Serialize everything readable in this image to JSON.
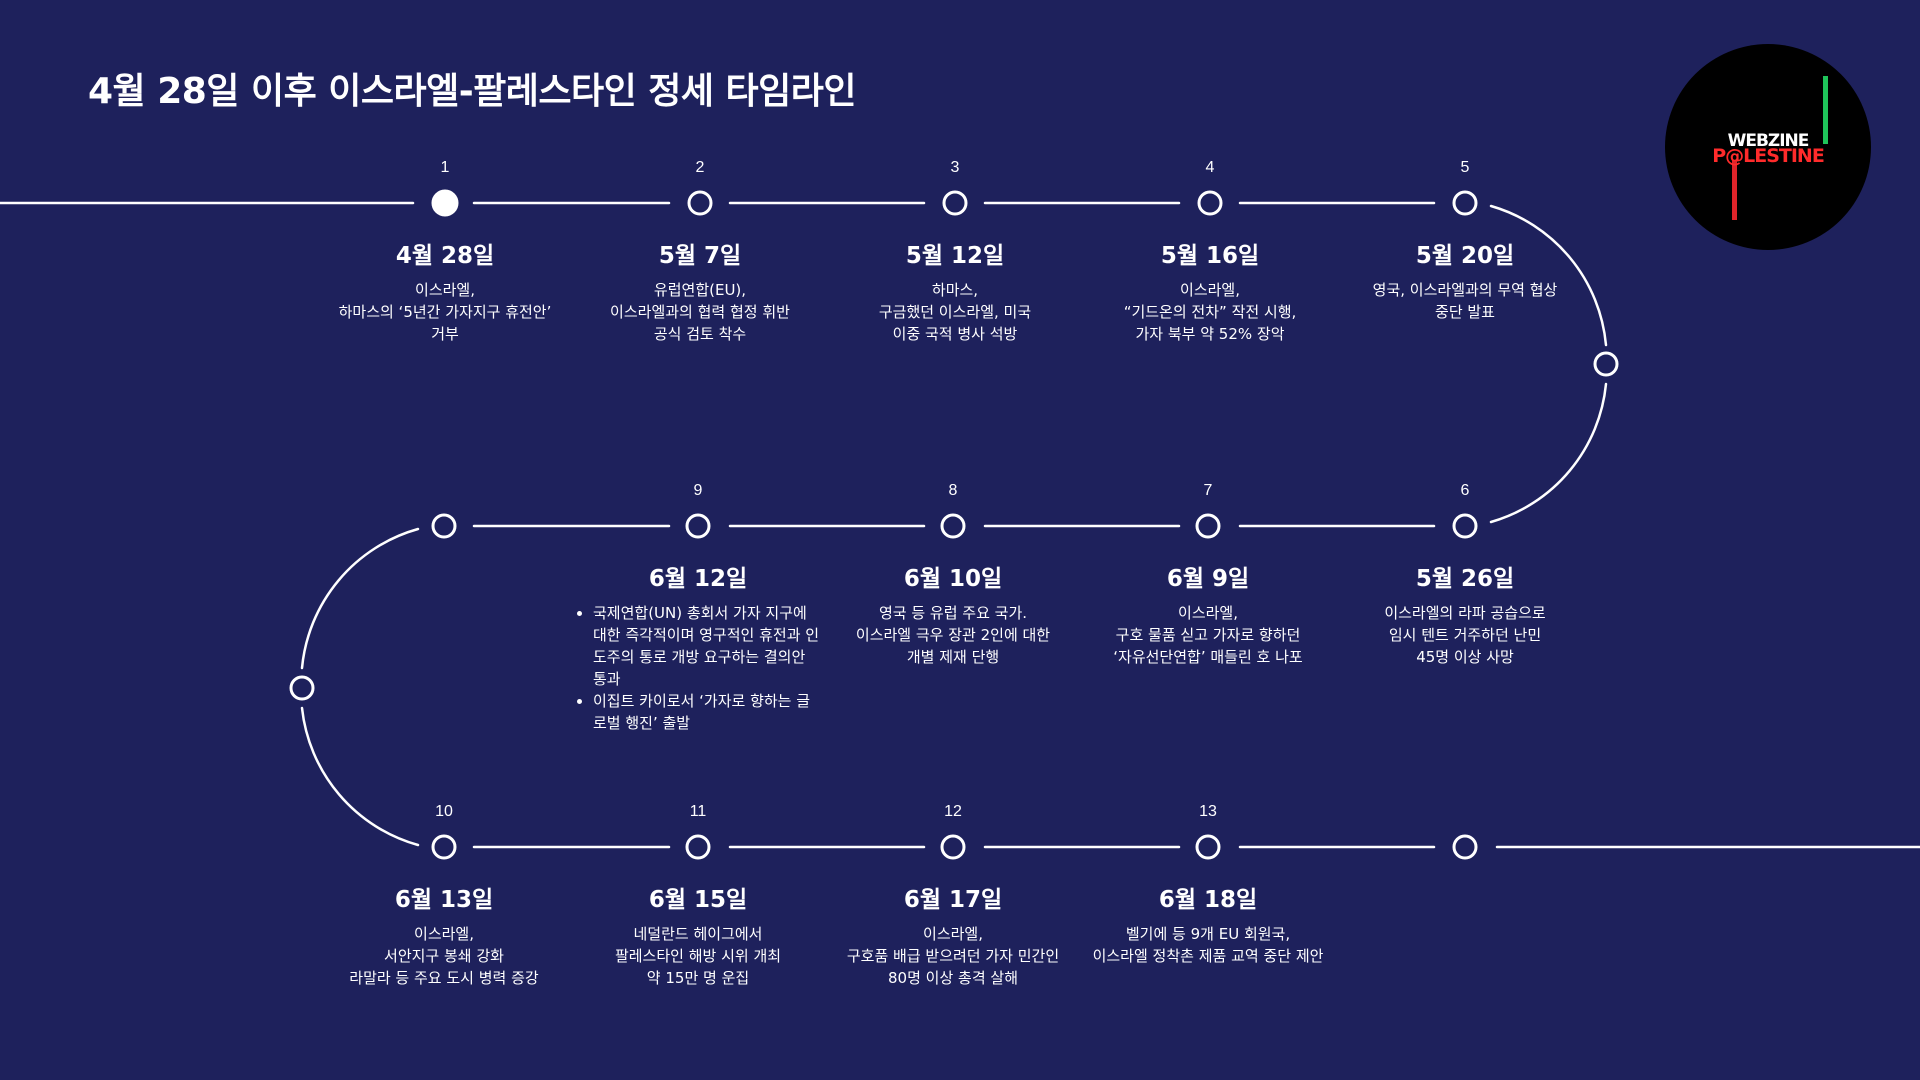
{
  "title": "4월 28일 이후 이스라엘-팔레스타인 정세 타임라인",
  "colors": {
    "background": "#1e215c",
    "line": "#ffffff",
    "logo_bg": "#000000",
    "logo_red": "#ff2b2b",
    "logo_green": "#1fc45a"
  },
  "logo": {
    "line1": "WEBZINE",
    "line2": "P@LESTINE"
  },
  "events": [
    {
      "num": "1",
      "date": "4월 28일",
      "desc": "이스라엘,\n하마스의 ‘5년간 가자지구 휴전안’\n거부",
      "current": true
    },
    {
      "num": "2",
      "date": "5월 7일",
      "desc": "유럽연합(EU),\n이스라엘과의 협력 협정 휘반\n공식 검토 착수"
    },
    {
      "num": "3",
      "date": "5월 12일",
      "desc": "하마스,\n구금했던 이스라엘, 미국\n이중 국적 병사 석방"
    },
    {
      "num": "4",
      "date": "5월 16일",
      "desc": "이스라엘,\n“기드온의 전차” 작전 시행,\n가자 북부 약 52% 장악"
    },
    {
      "num": "5",
      "date": "5월 20일",
      "desc": "영국, 이스라엘과의 무역 협상\n중단 발표"
    },
    {
      "num": "6",
      "date": "5월 26일",
      "desc": "이스라엘의 라파 공습으로\n임시 텐트 거주하던 난민\n45명 이상 사망"
    },
    {
      "num": "7",
      "date": "6월 9일",
      "desc": "이스라엘,\n구호 물품 싣고 가자로 향하던\n‘자유선단연합’ 매들린 호 나포"
    },
    {
      "num": "8",
      "date": "6월 10일",
      "desc": "영국 등 유럽 주요 국가.\n이스라엘 극우 장관 2인에 대한\n개별 제재 단행"
    },
    {
      "num": "9",
      "date": "6월 12일",
      "bullets": [
        "국제연합(UN) 총회서 가자 지구에 대한 즉각적이며 영구적인 휴전과 인도주의 통로 개방 요구하는 결의안 통과",
        "이집트 카이로서 ‘가자로 향하는 글로벌 행진’ 출발"
      ]
    },
    {
      "num": "10",
      "date": "6월 13일",
      "desc": "이스라엘,\n서안지구 봉쇄 강화\n라말라 등 주요 도시 병력 증강"
    },
    {
      "num": "11",
      "date": "6월 15일",
      "desc": "네덜란드 헤이그에서\n팔레스타인 해방 시위 개최\n약 15만 명 운집"
    },
    {
      "num": "12",
      "date": "6월 17일",
      "desc": "이스라엘,\n구호품 배급 받으려던 가자 민간인\n80명 이상 총격 살해"
    },
    {
      "num": "13",
      "date": "6월 18일",
      "desc": "벨기에 등 9개 EU 회원국,\n이스라엘 정착촌 제품 교역 중단 제안"
    }
  ]
}
